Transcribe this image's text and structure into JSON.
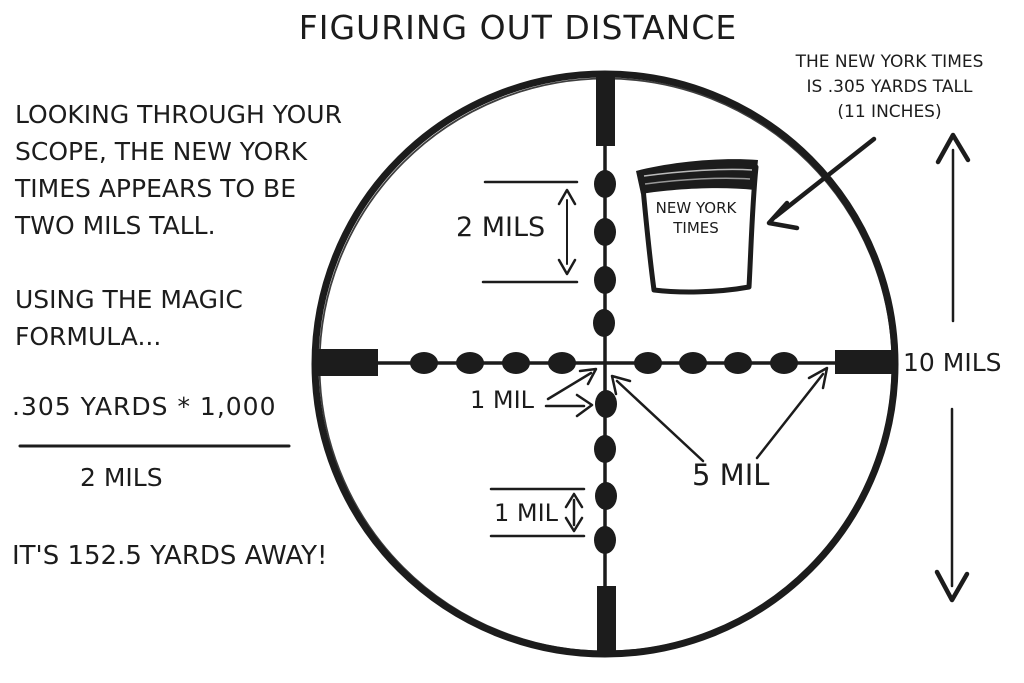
{
  "page": {
    "title": "FIGURING OUT DISTANCE",
    "background_color": "#ffffff",
    "ink_color": "#1c1c1c"
  },
  "left_panel": {
    "intro_lines": [
      "LOOKING THROUGH YOUR",
      "SCOPE, THE NEW YORK",
      "TIMES APPEARS TO BE",
      "TWO MILS TALL."
    ],
    "magic_lines": [
      "USING THE MAGIC",
      "FORMULA..."
    ],
    "formula": {
      "numerator": ".305 YARDS * 1,000",
      "denominator": "2 MILS"
    },
    "result": "IT'S 152.5 YARDS AWAY!"
  },
  "callout": {
    "lines": [
      "THE NEW YORK TIMES",
      "IS .305 YARDS TALL",
      "(11 INCHES)"
    ]
  },
  "scope": {
    "label_two_mils": "2 MILS",
    "label_one_mil_center": "1 MIL",
    "label_one_mil_lower": "1 MIL",
    "label_five_mil": "5 MIL",
    "label_ten_mils": "10 MILS",
    "newspaper_lines": [
      "NEW YORK",
      "TIMES"
    ]
  },
  "icons": {
    "scope_reticle": "mil-dot-crosshair-reticle",
    "newspaper": "newspaper-sketch",
    "ten_mils_span": "vertical-double-arrow",
    "callout_pointer": "down-left-arrow"
  }
}
